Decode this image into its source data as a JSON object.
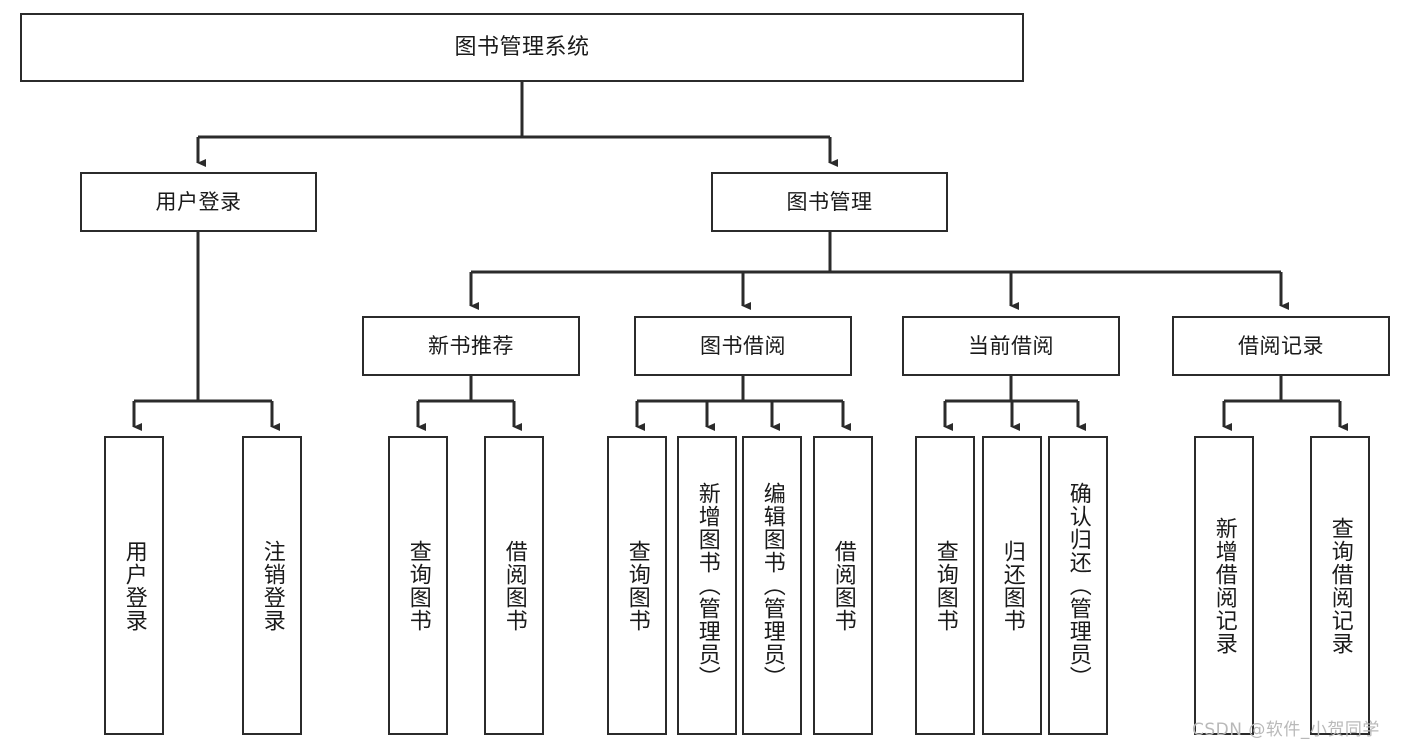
{
  "diagram": {
    "type": "tree-hierarchy-chart",
    "title": "图书管理系统",
    "stroke_color": "#2b2b2b",
    "background_color": "#ffffff",
    "text_color": "#1a1a1a",
    "root": {
      "label": "图书管理系统"
    },
    "level2": [
      {
        "label": "用户登录"
      },
      {
        "label": "图书管理"
      }
    ],
    "level3": [
      {
        "label": "新书推荐"
      },
      {
        "label": "图书借阅"
      },
      {
        "label": "当前借阅"
      },
      {
        "label": "借阅记录"
      }
    ],
    "leaves": {
      "user_login": [
        {
          "label": "用户登录"
        },
        {
          "label": "注销登录"
        }
      ],
      "new_book_recommend": [
        {
          "label": "查询图书"
        },
        {
          "label": "借阅图书"
        }
      ],
      "book_borrow": [
        {
          "label": "查询图书"
        },
        {
          "label": "新增图书（管理员）"
        },
        {
          "label": "编辑图书（管理员）"
        },
        {
          "label": "借阅图书"
        }
      ],
      "current_borrow": [
        {
          "label": "查询图书"
        },
        {
          "label": "归还图书"
        },
        {
          "label": "确认归还（管理员）"
        }
      ],
      "borrow_record": [
        {
          "label": "新增借阅记录"
        },
        {
          "label": "查询借阅记录"
        }
      ]
    }
  },
  "watermark": {
    "text": "CSDN @软件_小贺同学"
  }
}
